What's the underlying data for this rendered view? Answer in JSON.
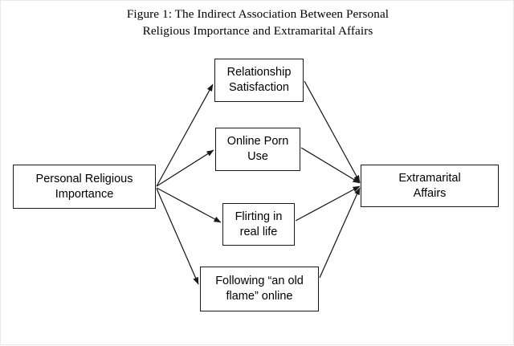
{
  "figure": {
    "title_line1": "Figure 1: The Indirect Association Between Personal",
    "title_line2": "Religious Importance and Extramarital Affairs",
    "background_color": "#ffffff",
    "line_color": "#1a1a1a",
    "text_color": "#000000"
  },
  "nodes": {
    "predictor": {
      "id": "personal-religious-importance",
      "label": "Personal Religious Importance",
      "line1": "Personal Religious",
      "line2": "Importance"
    },
    "mediators": [
      {
        "id": "relationship-satisfaction",
        "label": "Relationship Satisfaction",
        "line1": "Relationship",
        "line2": "Satisfaction"
      },
      {
        "id": "online-porn-use",
        "label": "Online Porn Use",
        "line1": "Online Porn",
        "line2": "Use"
      },
      {
        "id": "flirting-real-life",
        "label": "Flirting in real life",
        "line1": "Flirting in",
        "line2": "real life"
      },
      {
        "id": "following-old-flame",
        "label": "Following “an old flame” online",
        "line1": "Following “an old",
        "line2": "flame” online"
      }
    ],
    "outcome": {
      "id": "extramarital-affairs",
      "label": "Extramarital Affairs",
      "line1": "Extramarital",
      "line2": "Affairs"
    }
  },
  "edges": [
    {
      "from": "personal-religious-importance",
      "to": "relationship-satisfaction",
      "arrow": "to"
    },
    {
      "from": "personal-religious-importance",
      "to": "online-porn-use",
      "arrow": "to"
    },
    {
      "from": "personal-religious-importance",
      "to": "flirting-real-life",
      "arrow": "to"
    },
    {
      "from": "personal-religious-importance",
      "to": "following-old-flame",
      "arrow": "to"
    },
    {
      "from": "relationship-satisfaction",
      "to": "extramarital-affairs",
      "arrow": "to"
    },
    {
      "from": "online-porn-use",
      "to": "extramarital-affairs",
      "arrow": "to"
    },
    {
      "from": "flirting-real-life",
      "to": "extramarital-affairs",
      "arrow": "to"
    },
    {
      "from": "following-old-flame",
      "to": "extramarital-affairs",
      "arrow": "to"
    }
  ]
}
